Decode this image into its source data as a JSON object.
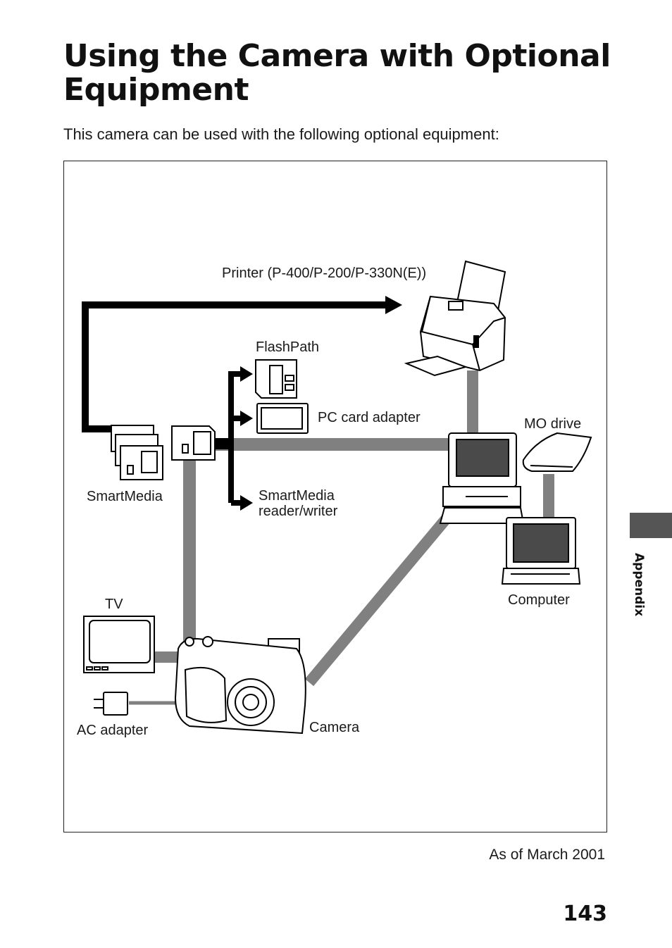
{
  "page": {
    "title": "Using the Camera with Optional Equipment",
    "intro": "This camera can be used with the following optional equipment:",
    "note": "As of March 2001",
    "page_number": "143",
    "section_tab": "Appendix"
  },
  "diagram": {
    "printer": "Printer (P-400/P-200/P-330N(E))",
    "flashpath": "FlashPath",
    "pc_card_adapter": "PC card adapter",
    "mo_drive": "MO drive",
    "smartmedia": "SmartMedia",
    "reader_writer_line1": "SmartMedia",
    "reader_writer_line2": "reader/writer",
    "tv": "TV",
    "computer": "Computer",
    "ac_adapter": "AC adapter",
    "camera": "Camera"
  },
  "colors": {
    "connector": "#808080",
    "arrow": "#000000",
    "screen": "#4a4a4a",
    "tab": "#555555"
  }
}
